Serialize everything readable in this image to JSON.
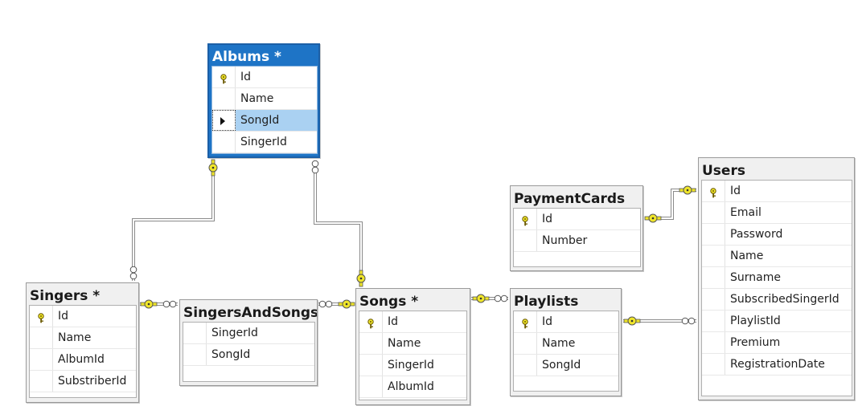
{
  "diagram": {
    "tables": [
      {
        "id": "albums",
        "title": "Albums *",
        "selected": true,
        "fields": [
          {
            "name": "Id",
            "pk": true
          },
          {
            "name": "Name"
          },
          {
            "name": "SongId",
            "current": true
          },
          {
            "name": "SingerId"
          }
        ]
      },
      {
        "id": "singers",
        "title": "Singers *",
        "fields": [
          {
            "name": "Id",
            "pk": true
          },
          {
            "name": "Name"
          },
          {
            "name": "AlbumId"
          },
          {
            "name": "SubstriberId"
          }
        ]
      },
      {
        "id": "singersandsongs",
        "title": "SingersAndSongs",
        "fields": [
          {
            "name": "SingerId"
          },
          {
            "name": "SongId"
          }
        ]
      },
      {
        "id": "songs",
        "title": "Songs *",
        "fields": [
          {
            "name": "Id",
            "pk": true
          },
          {
            "name": "Name"
          },
          {
            "name": "SingerId"
          },
          {
            "name": "AlbumId"
          }
        ]
      },
      {
        "id": "paymentcards",
        "title": "PaymentCards",
        "fields": [
          {
            "name": "Id",
            "pk": true
          },
          {
            "name": "Number"
          }
        ]
      },
      {
        "id": "playlists",
        "title": "Playlists",
        "fields": [
          {
            "name": "Id",
            "pk": true
          },
          {
            "name": "Name"
          },
          {
            "name": "SongId"
          }
        ]
      },
      {
        "id": "users",
        "title": "Users",
        "fields": [
          {
            "name": "Id",
            "pk": true
          },
          {
            "name": "Email"
          },
          {
            "name": "Password"
          },
          {
            "name": "Name"
          },
          {
            "name": "Surname"
          },
          {
            "name": "SubscribedSingerId"
          },
          {
            "name": "PlaylistId"
          },
          {
            "name": "Premium"
          },
          {
            "name": "RegistrationDate"
          }
        ]
      }
    ],
    "relationships": [
      {
        "from": "albums",
        "to": "singers"
      },
      {
        "from": "songs",
        "to": "albums"
      },
      {
        "from": "singers",
        "to": "singersandsongs"
      },
      {
        "from": "songs",
        "to": "singersandsongs"
      },
      {
        "from": "songs",
        "to": "playlists"
      },
      {
        "from": "users",
        "to": "paymentcards"
      },
      {
        "from": "playlists",
        "to": "users"
      }
    ],
    "colors": {
      "selected_header": "#1e74c6",
      "selected_row": "#aad1f2",
      "key": "#f0e62a",
      "line": "#8a8a8a"
    }
  }
}
